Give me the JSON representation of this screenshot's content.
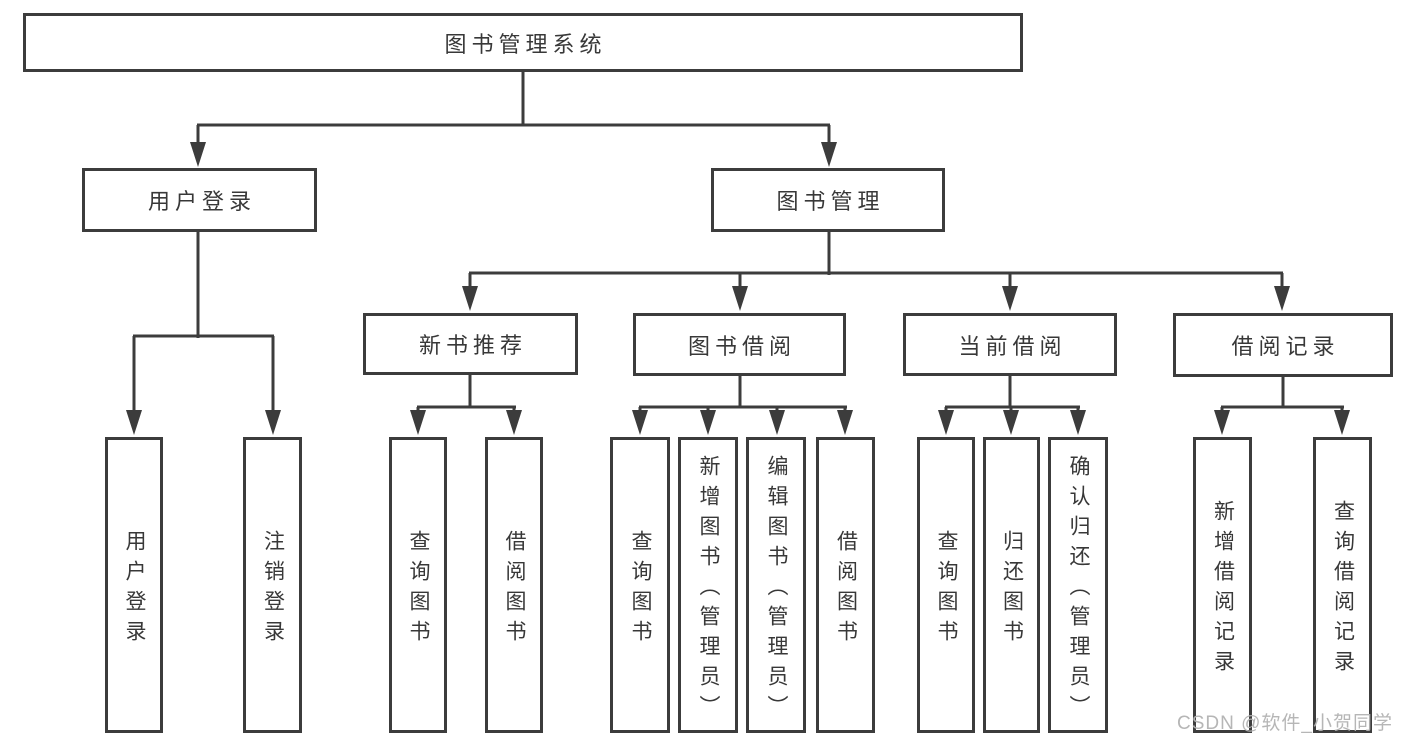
{
  "diagram": {
    "type": "tree-structure-diagram",
    "colors": {
      "line": "#3c3c3c",
      "box_border": "#3c3c3c",
      "text": "#383838",
      "background": "#ffffff",
      "watermark": "#b2b2b2"
    },
    "watermark": "CSDN @软件_小贺同学",
    "tree": {
      "label": "图书管理系统",
      "children": [
        {
          "label": "用户登录",
          "children": [
            {
              "label": "用户登录"
            },
            {
              "label": "注销登录"
            }
          ]
        },
        {
          "label": "图书管理",
          "children": [
            {
              "label": "新书推荐",
              "children": [
                {
                  "label": "查询图书"
                },
                {
                  "label": "借阅图书"
                }
              ]
            },
            {
              "label": "图书借阅",
              "children": [
                {
                  "label": "查询图书"
                },
                {
                  "label": "新增图书（管理员）"
                },
                {
                  "label": "编辑图书（管理员）"
                },
                {
                  "label": "借阅图书"
                }
              ]
            },
            {
              "label": "当前借阅",
              "children": [
                {
                  "label": "查询图书"
                },
                {
                  "label": "归还图书"
                },
                {
                  "label": "确认归还（管理员）"
                }
              ]
            },
            {
              "label": "借阅记录",
              "children": [
                {
                  "label": "新增借阅记录"
                },
                {
                  "label": "查询借阅记录"
                }
              ]
            }
          ]
        }
      ]
    }
  }
}
